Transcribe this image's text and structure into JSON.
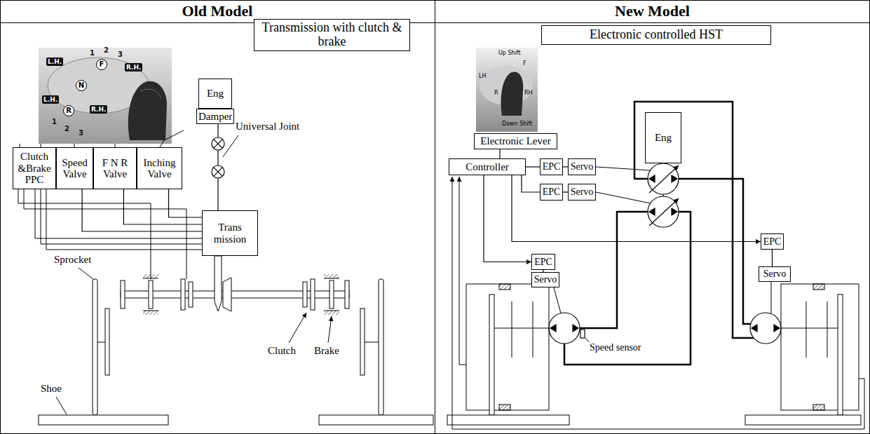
{
  "diagram": {
    "nodes": [
      {
        "text": [
          "Old Model"
        ]
      },
      {
        "text": [
          "New Model"
        ]
      },
      {
        "text": [
          "Transmission with clutch & brake"
        ]
      },
      {
        "text": [
          "Clutch &Brake PPC"
        ]
      },
      {
        "text": [
          "Speed Valve"
        ]
      },
      {
        "text": [
          "F N R Valve"
        ]
      },
      {
        "text": [
          "Inching Valve"
        ]
      },
      {
        "text": [
          "Eng"
        ]
      },
      {
        "text": [
          "Damper"
        ]
      },
      {
        "text": [
          "Trans mission"
        ]
      },
      {
        "text": [
          "Electronic controlled HST"
        ]
      },
      {
        "text": [
          "Electronic Lever"
        ]
      },
      {
        "text": [
          "Controller"
        ]
      },
      {
        "text": [
          "EPC"
        ]
      },
      {
        "text": [
          "Servo"
        ]
      },
      {
        "text": [
          "EPC"
        ]
      },
      {
        "text": [
          "Servo"
        ]
      },
      {
        "text": [
          "Eng"
        ]
      },
      {
        "text": [
          "EPC"
        ]
      },
      {
        "text": [
          "Servo"
        ]
      },
      {
        "text": [
          "EPC"
        ]
      },
      {
        "text": [
          "Servo"
        ]
      }
    ],
    "edges": [
      {
        "from": 4,
        "to": 9,
        "arrow": "none"
      },
      {
        "from": 5,
        "to": 9,
        "arrow": "none"
      },
      {
        "from": 6,
        "to": 9,
        "arrow": "none"
      },
      {
        "from": 8,
        "to": 9,
        "arrow": "none"
      },
      {
        "from": 11,
        "to": 12,
        "arrow": "none"
      },
      {
        "from": 12,
        "to": 13,
        "arrow": "none"
      },
      {
        "from": 12,
        "to": 15,
        "arrow": "none"
      },
      {
        "from": 12,
        "to": 18,
        "arrow": "to"
      },
      {
        "from": 12,
        "to": 20,
        "arrow": "to"
      },
      {
        "from": 13,
        "to": 14,
        "arrow": "none"
      },
      {
        "from": 15,
        "to": 16,
        "arrow": "none"
      },
      {
        "from": 18,
        "to": 19,
        "arrow": "none"
      },
      {
        "from": 20,
        "to": 21,
        "arrow": "none"
      }
    ],
    "labels": [
      "L.H.",
      "1",
      "2",
      "3",
      "F",
      "R.H.",
      "N",
      "L.H.",
      "R",
      "1",
      "2",
      "3",
      "R.H.",
      "Universal Joint",
      "Sprocket",
      "Clutch",
      "Brake",
      "Shoe",
      "Up Shift",
      "F",
      "LH",
      "R",
      "RH",
      "Down Shift",
      "Speed sensor"
    ]
  }
}
